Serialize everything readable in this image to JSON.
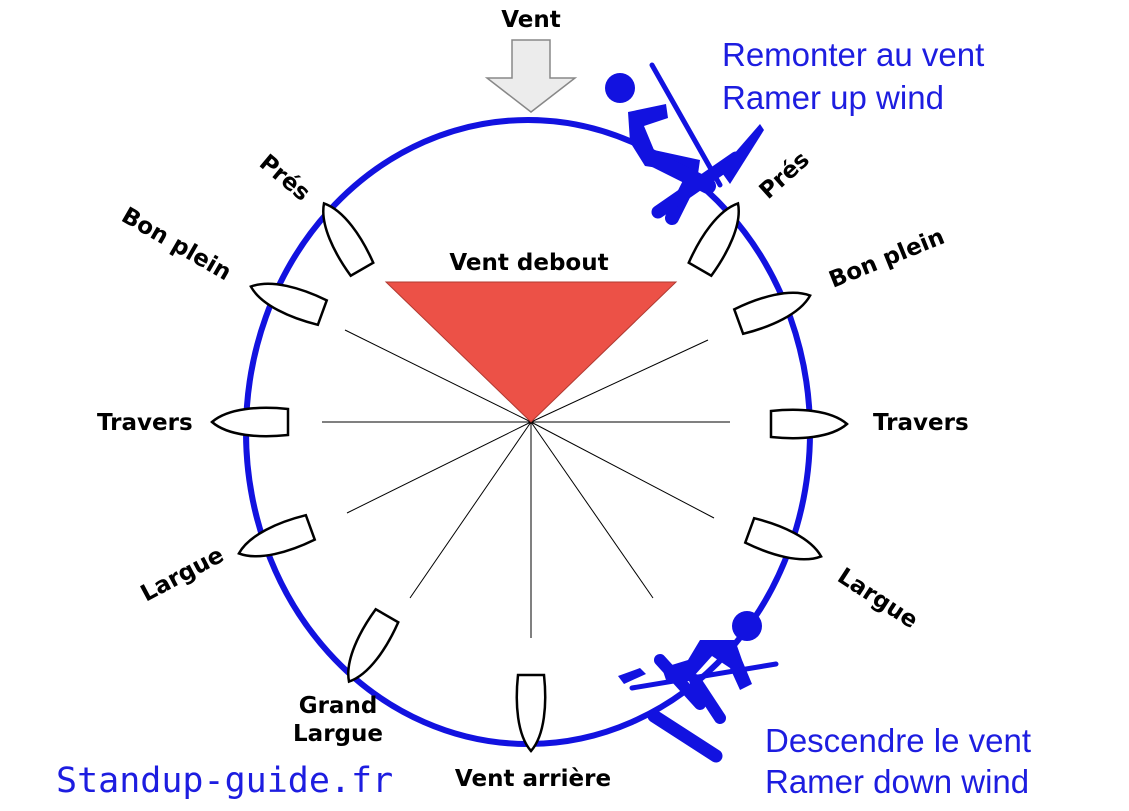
{
  "wind_label": "Vent",
  "no_go_label": "Vent debout",
  "up_wind": {
    "line1": "Remonter au vent",
    "line2": "Ramer up wind"
  },
  "down_wind": {
    "line1": "Descendre le vent",
    "line2": "Ramer down wind"
  },
  "site_name": "Standup-guide.fr",
  "points_of_sail": {
    "left": [
      "Prés",
      "Bon plein",
      "Travers",
      "Largue",
      "Grand",
      "Largue"
    ],
    "right": [
      "Prés",
      "Bon plein",
      "Travers",
      "Largue"
    ],
    "bottom": "Vent arrière"
  },
  "colors": {
    "ring": "#1212e0",
    "no_go_zone": "#ec5147",
    "arrow": "#ececec",
    "text_blue": "#1d1de0"
  },
  "icons": [
    "wind-arrow-icon",
    "paddler-upwind-icon",
    "paddler-downwind-icon"
  ]
}
